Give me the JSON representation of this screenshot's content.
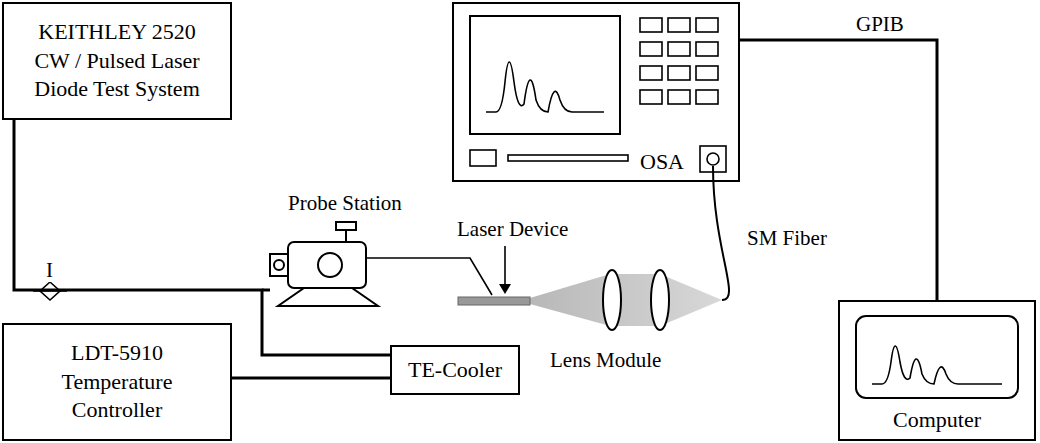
{
  "diagram": {
    "nodes": [
      {
        "text": [
          "KEITHLEY 2520 CW / Pulsed Laser Diode Test System"
        ]
      },
      {
        "text": [
          "OSA"
        ]
      },
      {
        "text": [
          "TE-Cooler"
        ]
      },
      {
        "text": [
          "LDT-5910 Temperature Controller"
        ]
      },
      {
        "text": [
          "Computer"
        ]
      }
    ],
    "edges": [
      {
        "from": 1,
        "to": 4,
        "label": "GPIB",
        "arrow": "none"
      },
      {
        "from": 3,
        "to": 2,
        "arrow": "none"
      },
      {
        "from": 0,
        "to": 2,
        "arrow": "none"
      }
    ],
    "labels": [
      "Probe Station",
      "Laser Device",
      "SM Fiber",
      "I",
      "Lens Module"
    ]
  }
}
